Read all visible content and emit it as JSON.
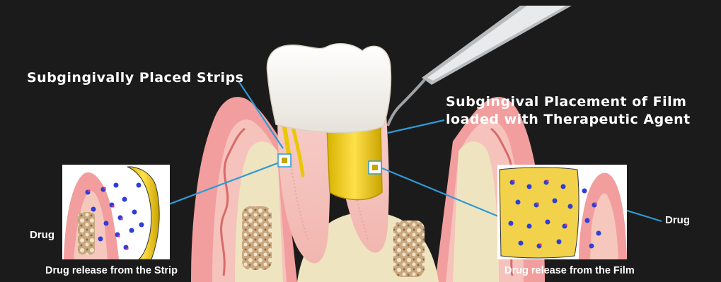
{
  "labels": {
    "strips": "Subgingivally Placed Strips",
    "film_line1": "Subgingival Placement of Film",
    "film_line2": "loaded with Therapeutic Agent",
    "drug_left": "Drug",
    "drug_right": "Drug",
    "caption_strip": "Drug release from the Strip",
    "caption_film": "Drug release from the Film"
  },
  "colors": {
    "background": "#1c1b1b",
    "gum": "#f0a3a3",
    "bone": "#efe5c2",
    "crown": "#f4f2ec",
    "strip": "#e9c800",
    "leader_line": "#2e9ad6",
    "drug_particle": "#2d3fd8",
    "drug_particle_tip": "#e8327a"
  }
}
